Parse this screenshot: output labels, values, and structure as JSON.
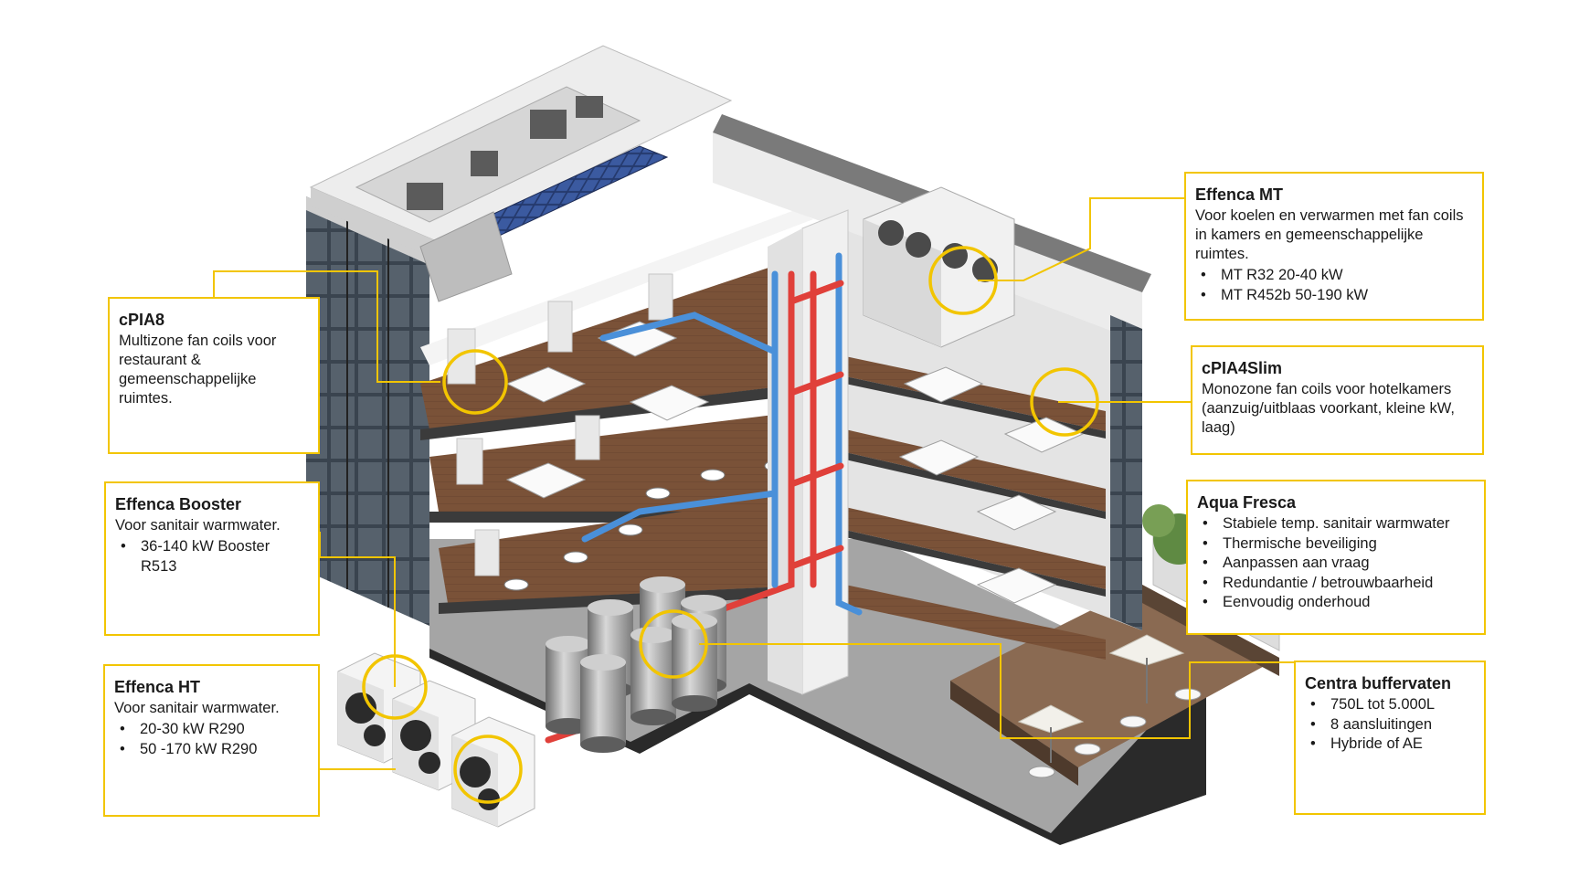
{
  "colors": {
    "accent": "#f2c500",
    "hot_pipe": "#e0403a",
    "cold_pipe": "#4a90d9",
    "floor_wood": "#7a5238",
    "concrete": "#9c9c9c",
    "glass": "#2c3540"
  },
  "icons": [
    "fan-coil-unit",
    "heat-pump-unit",
    "buffer-tank",
    "solar-panel",
    "patio-umbrella"
  ],
  "callouts": {
    "cpia8": {
      "title": "cPIA8",
      "desc": "Multizone fan coils voor restaurant & gemeenschappelijke ruimtes.",
      "items": []
    },
    "effenca_booster": {
      "title": "Effenca Booster",
      "desc": "Voor sanitair warmwater.",
      "items": [
        "36-140 kW Booster R513"
      ]
    },
    "effenca_ht": {
      "title": "Effenca HT",
      "desc": "Voor sanitair warmwater.",
      "items": [
        "20-30 kW R290",
        "50 -170 kW R290"
      ]
    },
    "effenca_mt": {
      "title": "Effenca MT",
      "desc": "Voor koelen en verwarmen met fan coils in kamers en gemeenschappelijke ruimtes.",
      "items": [
        "MT R32 20-40 kW",
        "MT R452b 50-190 kW"
      ]
    },
    "cpia4slim": {
      "title": "cPIA4Slim",
      "desc": "Monozone fan coils voor hotelkamers (aanzuig/uitblaas voorkant, kleine kW, laag)",
      "items": []
    },
    "aqua_fresca": {
      "title": "Aqua Fresca",
      "desc": "",
      "items": [
        "Stabiele temp. sanitair warmwater",
        "Thermische beveiliging",
        "Aanpassen aan vraag",
        "Redundantie / betrouwbaarheid",
        "Eenvoudig onderhoud"
      ]
    },
    "centra": {
      "title": "Centra buffervaten",
      "desc": "",
      "items": [
        "750L tot 5.000L",
        "8 aansluitingen",
        "Hybride of AE"
      ]
    }
  }
}
